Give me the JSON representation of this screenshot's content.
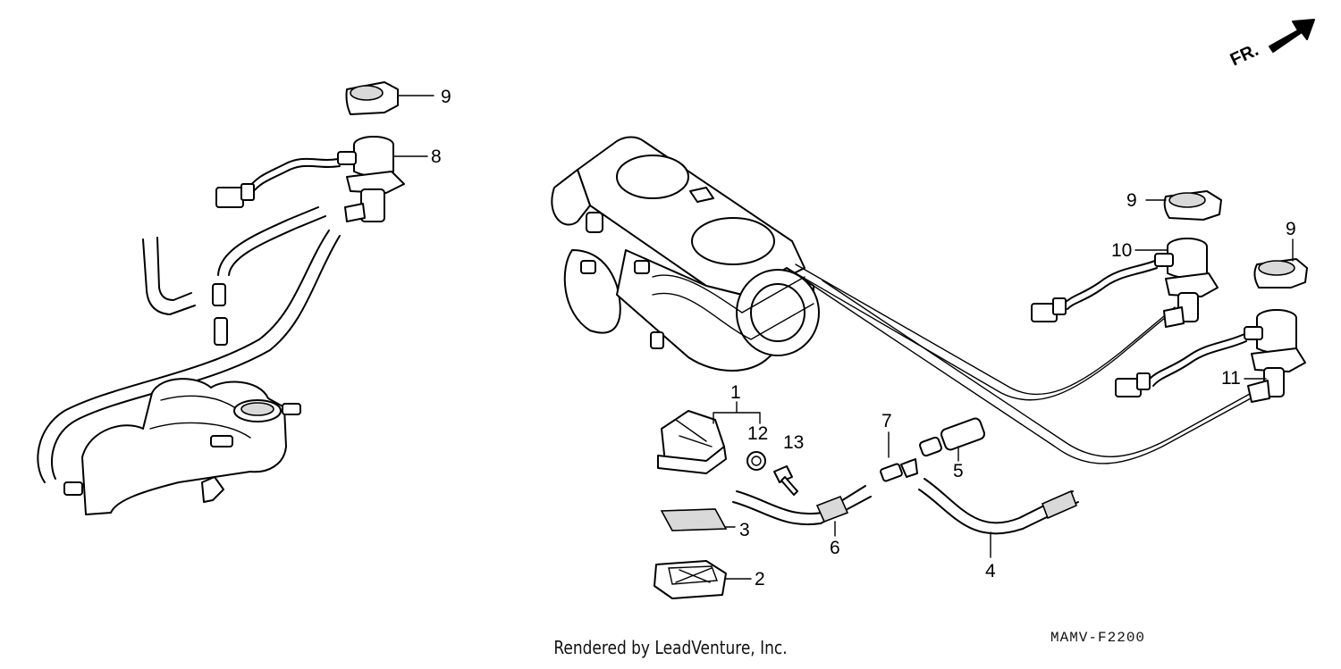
{
  "diagram": {
    "direction_label": "FR.",
    "callouts": [
      {
        "id": "1",
        "text": "1"
      },
      {
        "id": "2",
        "text": "2"
      },
      {
        "id": "3",
        "text": "3"
      },
      {
        "id": "4",
        "text": "4"
      },
      {
        "id": "5",
        "text": "5"
      },
      {
        "id": "6",
        "text": "6"
      },
      {
        "id": "7",
        "text": "7"
      },
      {
        "id": "8",
        "text": "8"
      },
      {
        "id": "9a",
        "text": "9"
      },
      {
        "id": "9b",
        "text": "9"
      },
      {
        "id": "9c",
        "text": "9"
      },
      {
        "id": "10",
        "text": "10"
      },
      {
        "id": "11",
        "text": "11"
      },
      {
        "id": "12",
        "text": "12"
      },
      {
        "id": "13",
        "text": "13"
      }
    ],
    "drawing_code": "MAMV-F2200",
    "credit": "Rendered by LeadVenture, Inc."
  }
}
